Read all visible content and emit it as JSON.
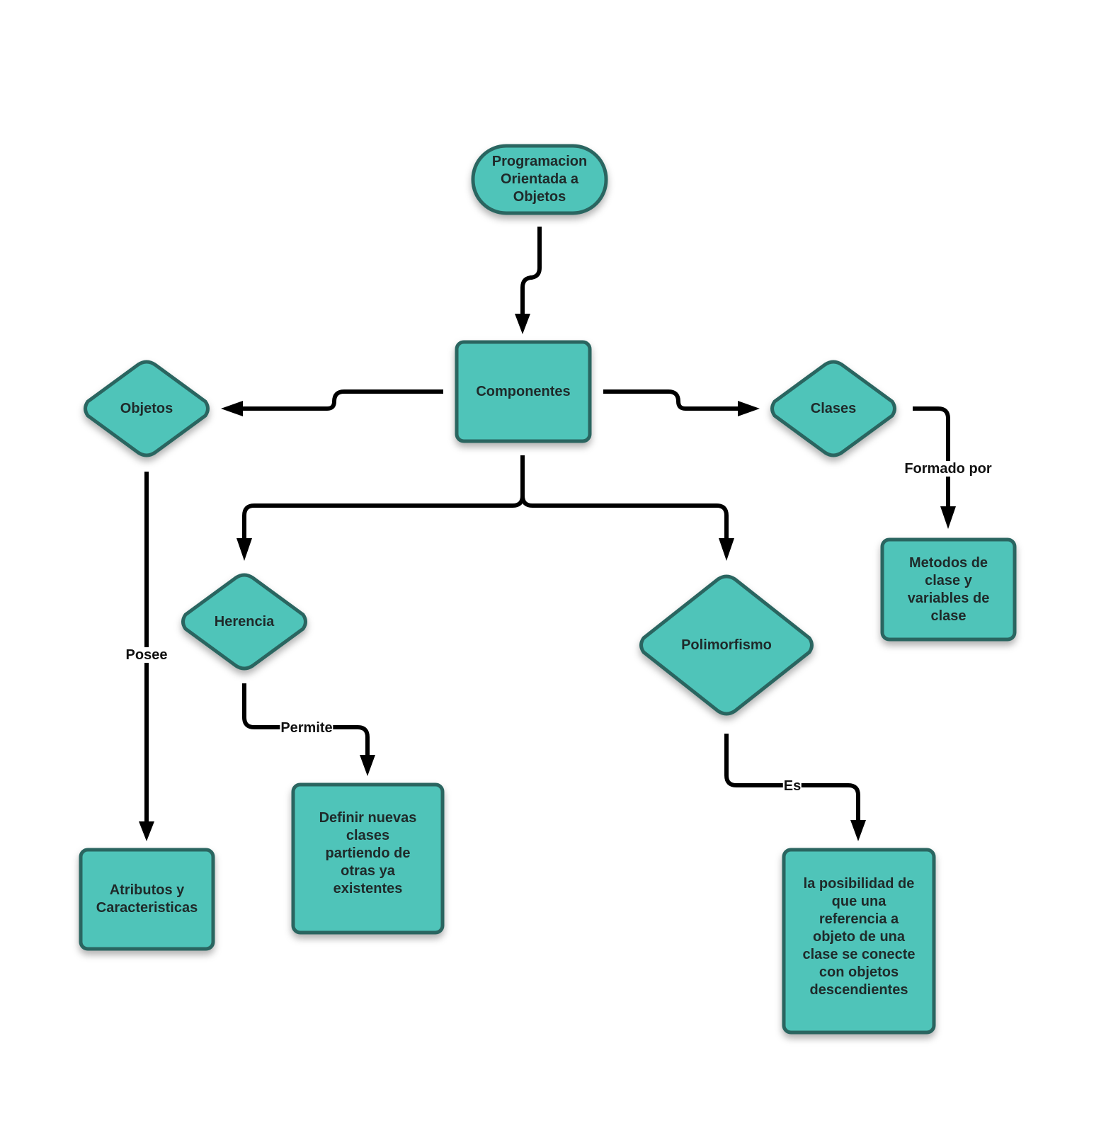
{
  "colors": {
    "node_fill": "#4fc4b9",
    "node_stroke": "#2a6561",
    "edge": "#000000"
  },
  "nodes": {
    "poo": "Programacion Orientada a Objetos",
    "componentes": "Componentes",
    "objetos": "Objetos",
    "clases": "Clases",
    "herencia": "Herencia",
    "polimorfismo": "Polimorfismo",
    "metodos": "Metodos de clase y variables de clase",
    "atributos": "Atributos y Caracteristicas",
    "definir": "Definir nuevas clases partiendo de otras ya existentes",
    "posibilidad": "la posibilidad de que una referencia a objeto de una clase se conecte con objetos descendientes"
  },
  "edges": {
    "objetos_atributos": "Posee",
    "clases_metodos": "Formado por",
    "herencia_definir": "Permite",
    "polimorfismo_posibilidad": "Es"
  }
}
